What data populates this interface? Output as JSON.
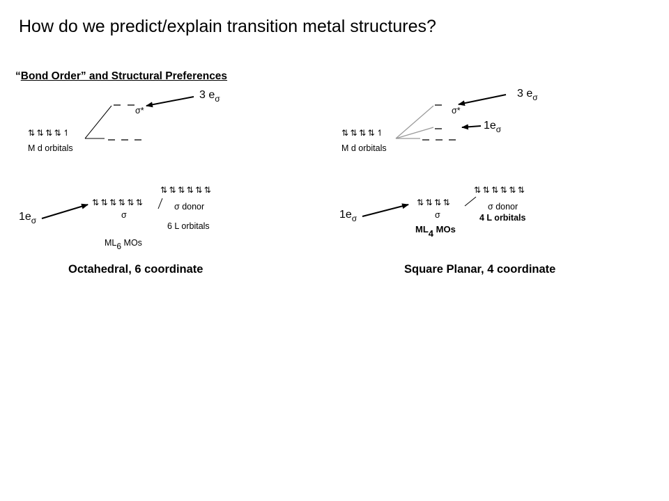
{
  "page": {
    "title": "How do we predict/explain transition metal structures?",
    "subtitle_quote": "“",
    "subtitle": "Bond Order” and Structural Preferences"
  },
  "sym": {
    "pair": "⇅",
    "single": "↿",
    "sigma": "σ",
    "sigma_star": "σ*"
  },
  "left": {
    "top_arrow_label_prefix": "3 e",
    "md_label": "M d orbitals",
    "bottom_arrow_label_prefix": "1e",
    "donor": "donor",
    "l_orbitals": "6  L orbitals",
    "mos_prefix": "ML",
    "mos_sub": "6",
    "mos_suffix": " MOs",
    "caption": "Octahedral, 6 coordinate"
  },
  "right": {
    "top_arrow_label_prefix": "3 e",
    "mid_arrow_label_prefix": "1e",
    "md_label": "M d orbitals",
    "bottom_arrow_label_prefix": "1e",
    "donor": "donor",
    "l_orbitals": "4 L orbitals",
    "mos_prefix": "ML",
    "mos_sub": "4",
    "mos_suffix": " MOs",
    "caption": "Square Planar, 4 coordinate"
  }
}
